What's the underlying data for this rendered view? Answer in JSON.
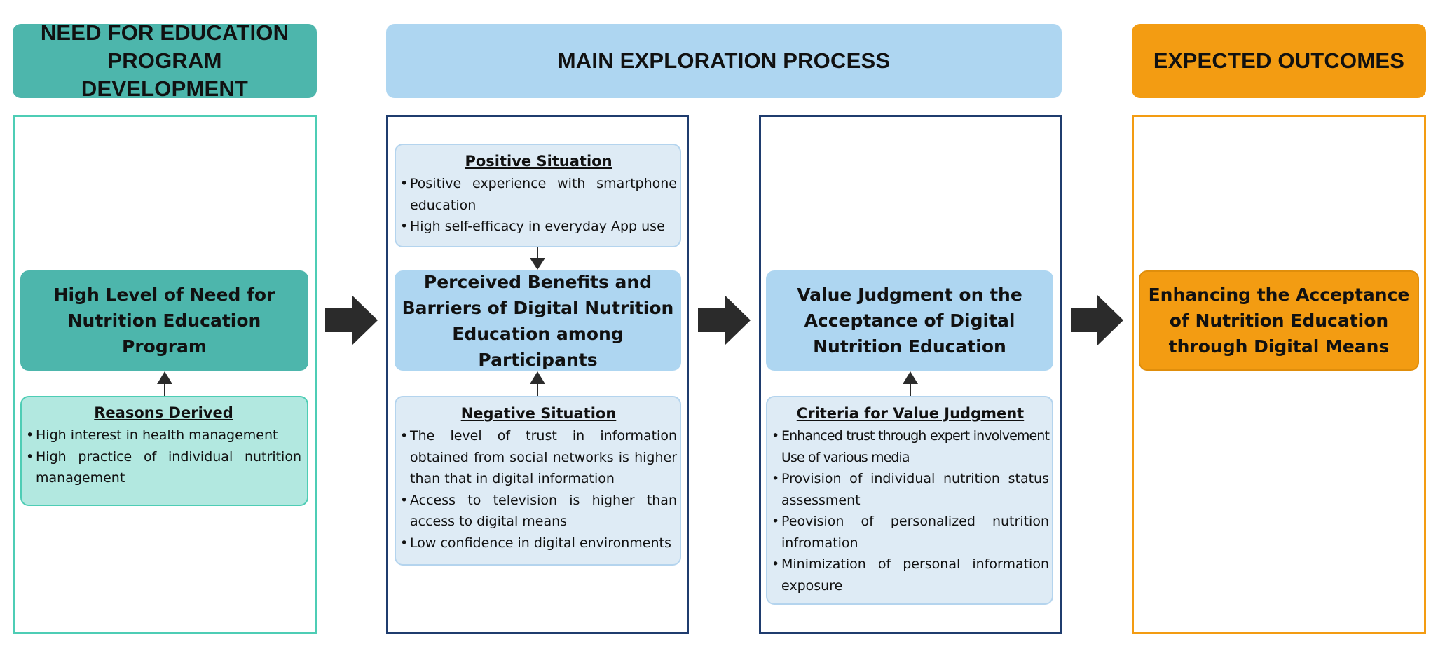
{
  "columns": {
    "need": {
      "header": "NEED FOR EDUCATION PROGRAM DEVELOPMENT",
      "main_box": "High Level of Need for Nutrition Education Program",
      "reasons": {
        "title": "Reasons Derived",
        "items": [
          "High interest in health management",
          "High practice of individual nutrition management"
        ]
      }
    },
    "exploration": {
      "header": "MAIN EXPLORATION PROCESS",
      "positive": {
        "title": "Positive Situation",
        "items": [
          "Positive experience with smartphone education",
          "High self-efficacy in everyday App use"
        ]
      },
      "perceived_box": "Perceived Benefits and Barriers of Digital Nutrition Education among Participants",
      "negative": {
        "title": "Negative Situation",
        "items": [
          "The level of trust in information obtained from social networks is higher than that in digital information",
          "Access to television is higher than access to digital means",
          "Low confidence in digital environments"
        ]
      },
      "value_box": "Value Judgment on the Acceptance of Digital Nutrition Education",
      "criteria": {
        "title": "Criteria for Value Judgment",
        "items": [
          "Enhanced trust through expert involvement Use of various media",
          "Provision of individual nutrition status assessment",
          "Peovision of personalized nutrition infromation",
          "Minimization of personal information exposure"
        ]
      }
    },
    "outcomes": {
      "header": "EXPECTED OUTCOMES",
      "main_box": "Enhancing the Acceptance of Nutrition Education through Digital Means"
    }
  },
  "colors": {
    "teal": "#4db6ac",
    "teal_light": "#b2e8e0",
    "blue": "#aed6f1",
    "blue_light": "#deebf5",
    "navy": "#1f3c6e",
    "orange": "#f39c12",
    "arrow": "#2b2b2b"
  },
  "icons": {
    "flow_arrow": "right-arrow-icon",
    "connector_up": "up-arrow-icon",
    "connector_down": "down-arrow-icon"
  }
}
